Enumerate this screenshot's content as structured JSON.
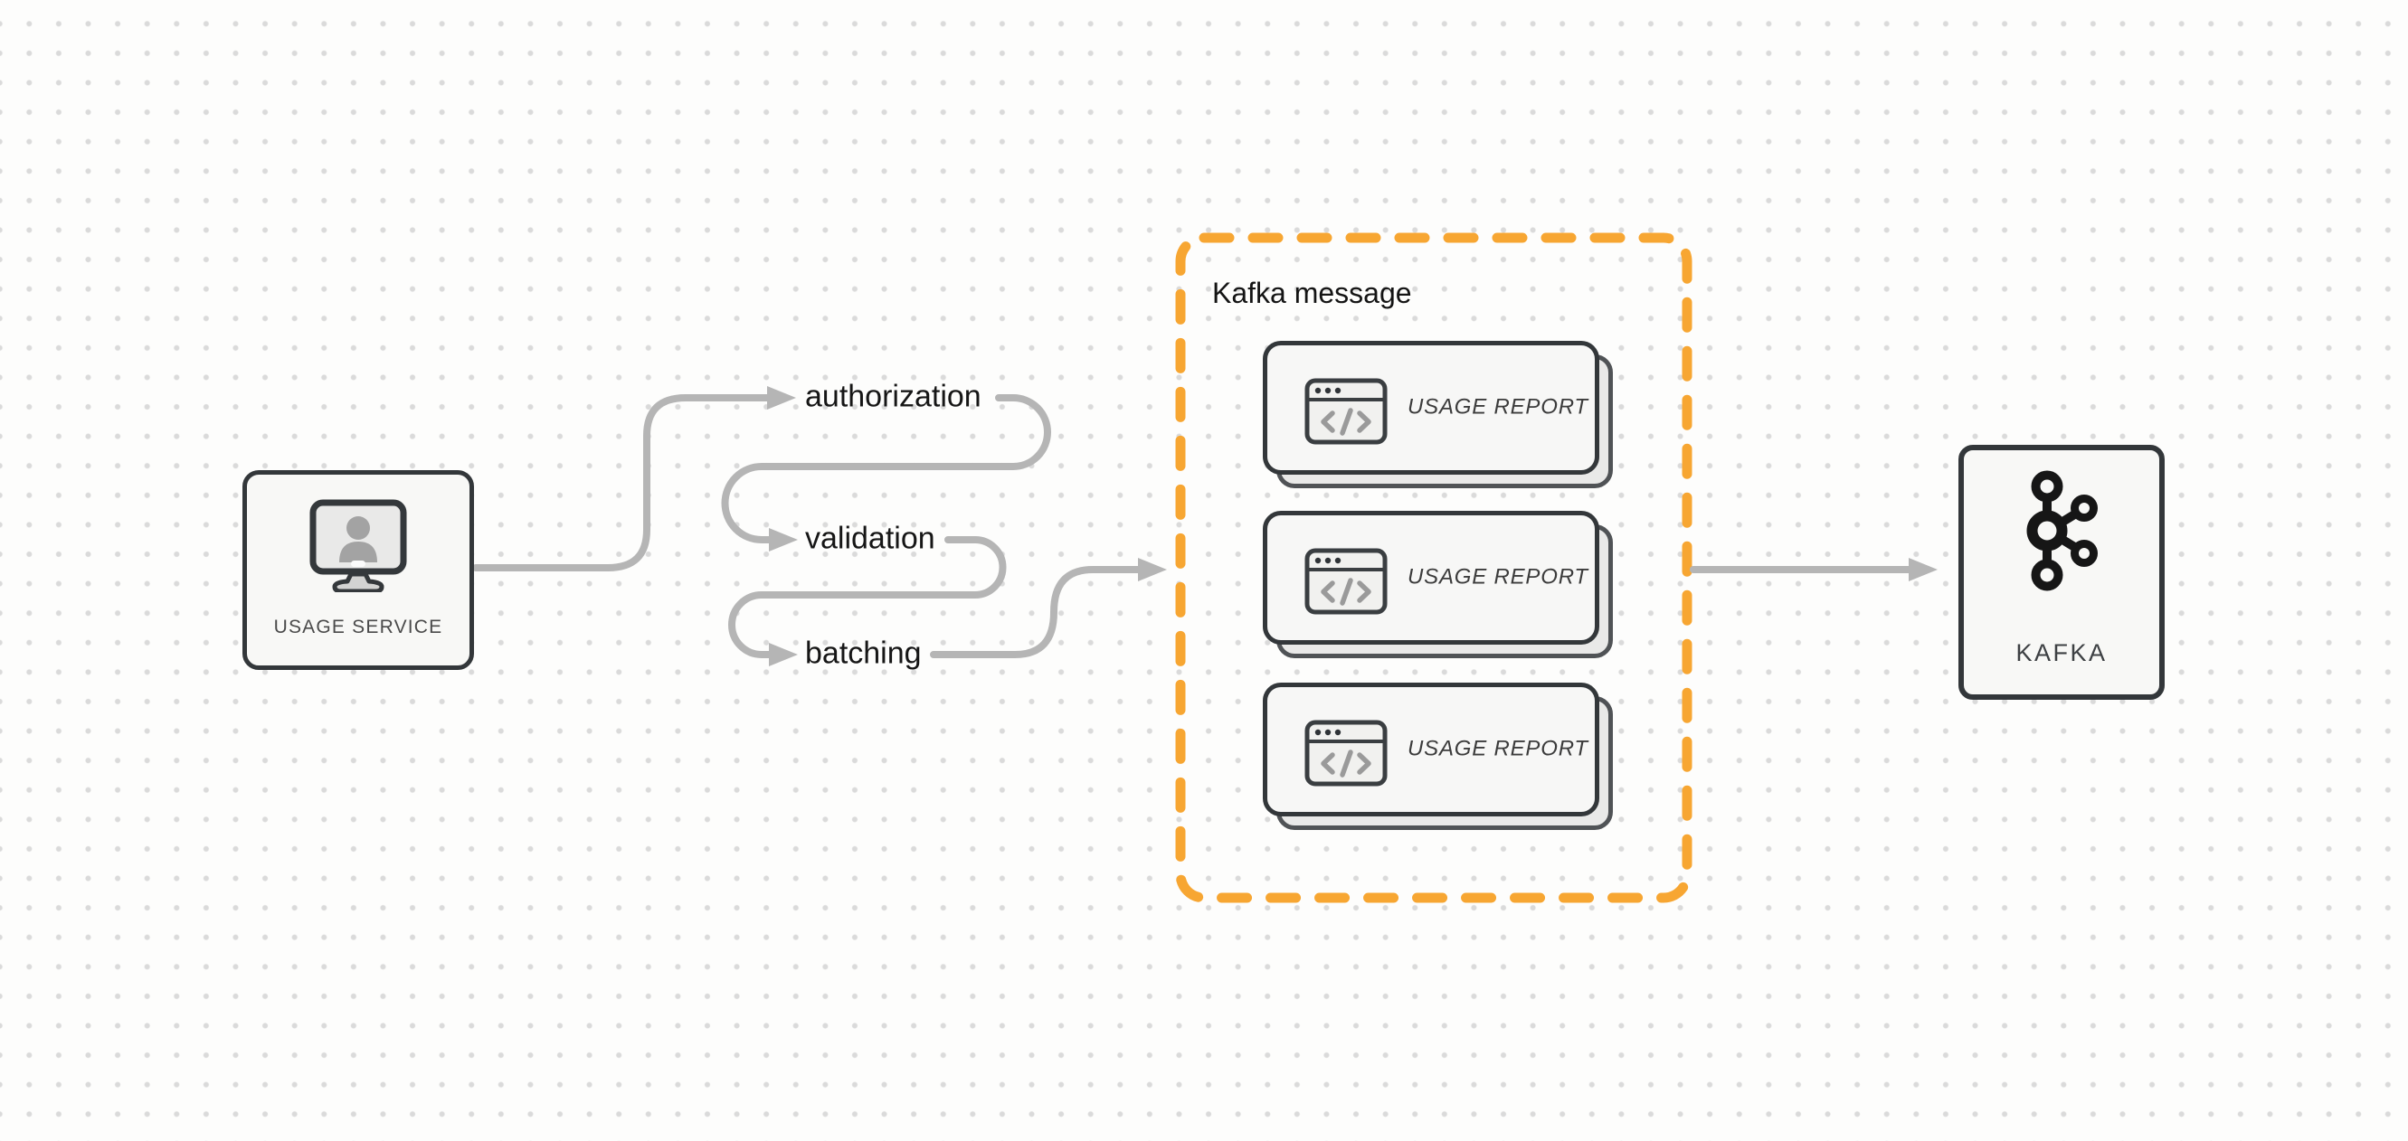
{
  "diagram": {
    "background": {
      "color": "#fdfdfc",
      "dot_color": "#dadada"
    },
    "usage_service": {
      "label": "USAGE SERVICE",
      "icon": "monitor-user-icon"
    },
    "flow_steps": [
      {
        "label": "authorization"
      },
      {
        "label": "validation"
      },
      {
        "label": "batching"
      }
    ],
    "kafka_group": {
      "title": "Kafka message",
      "border_color": "#F7A632",
      "cards": [
        {
          "label": "USAGE REPORT",
          "icon": "code-window-icon"
        },
        {
          "label": "USAGE REPORT",
          "icon": "code-window-icon"
        },
        {
          "label": "USAGE REPORT",
          "icon": "code-window-icon"
        }
      ]
    },
    "kafka": {
      "label": "KAFKA",
      "icon": "kafka-logo-icon"
    },
    "colors": {
      "arrow": "#b5b5b5",
      "node_border": "#33373a",
      "text_dark": "#161616"
    }
  }
}
